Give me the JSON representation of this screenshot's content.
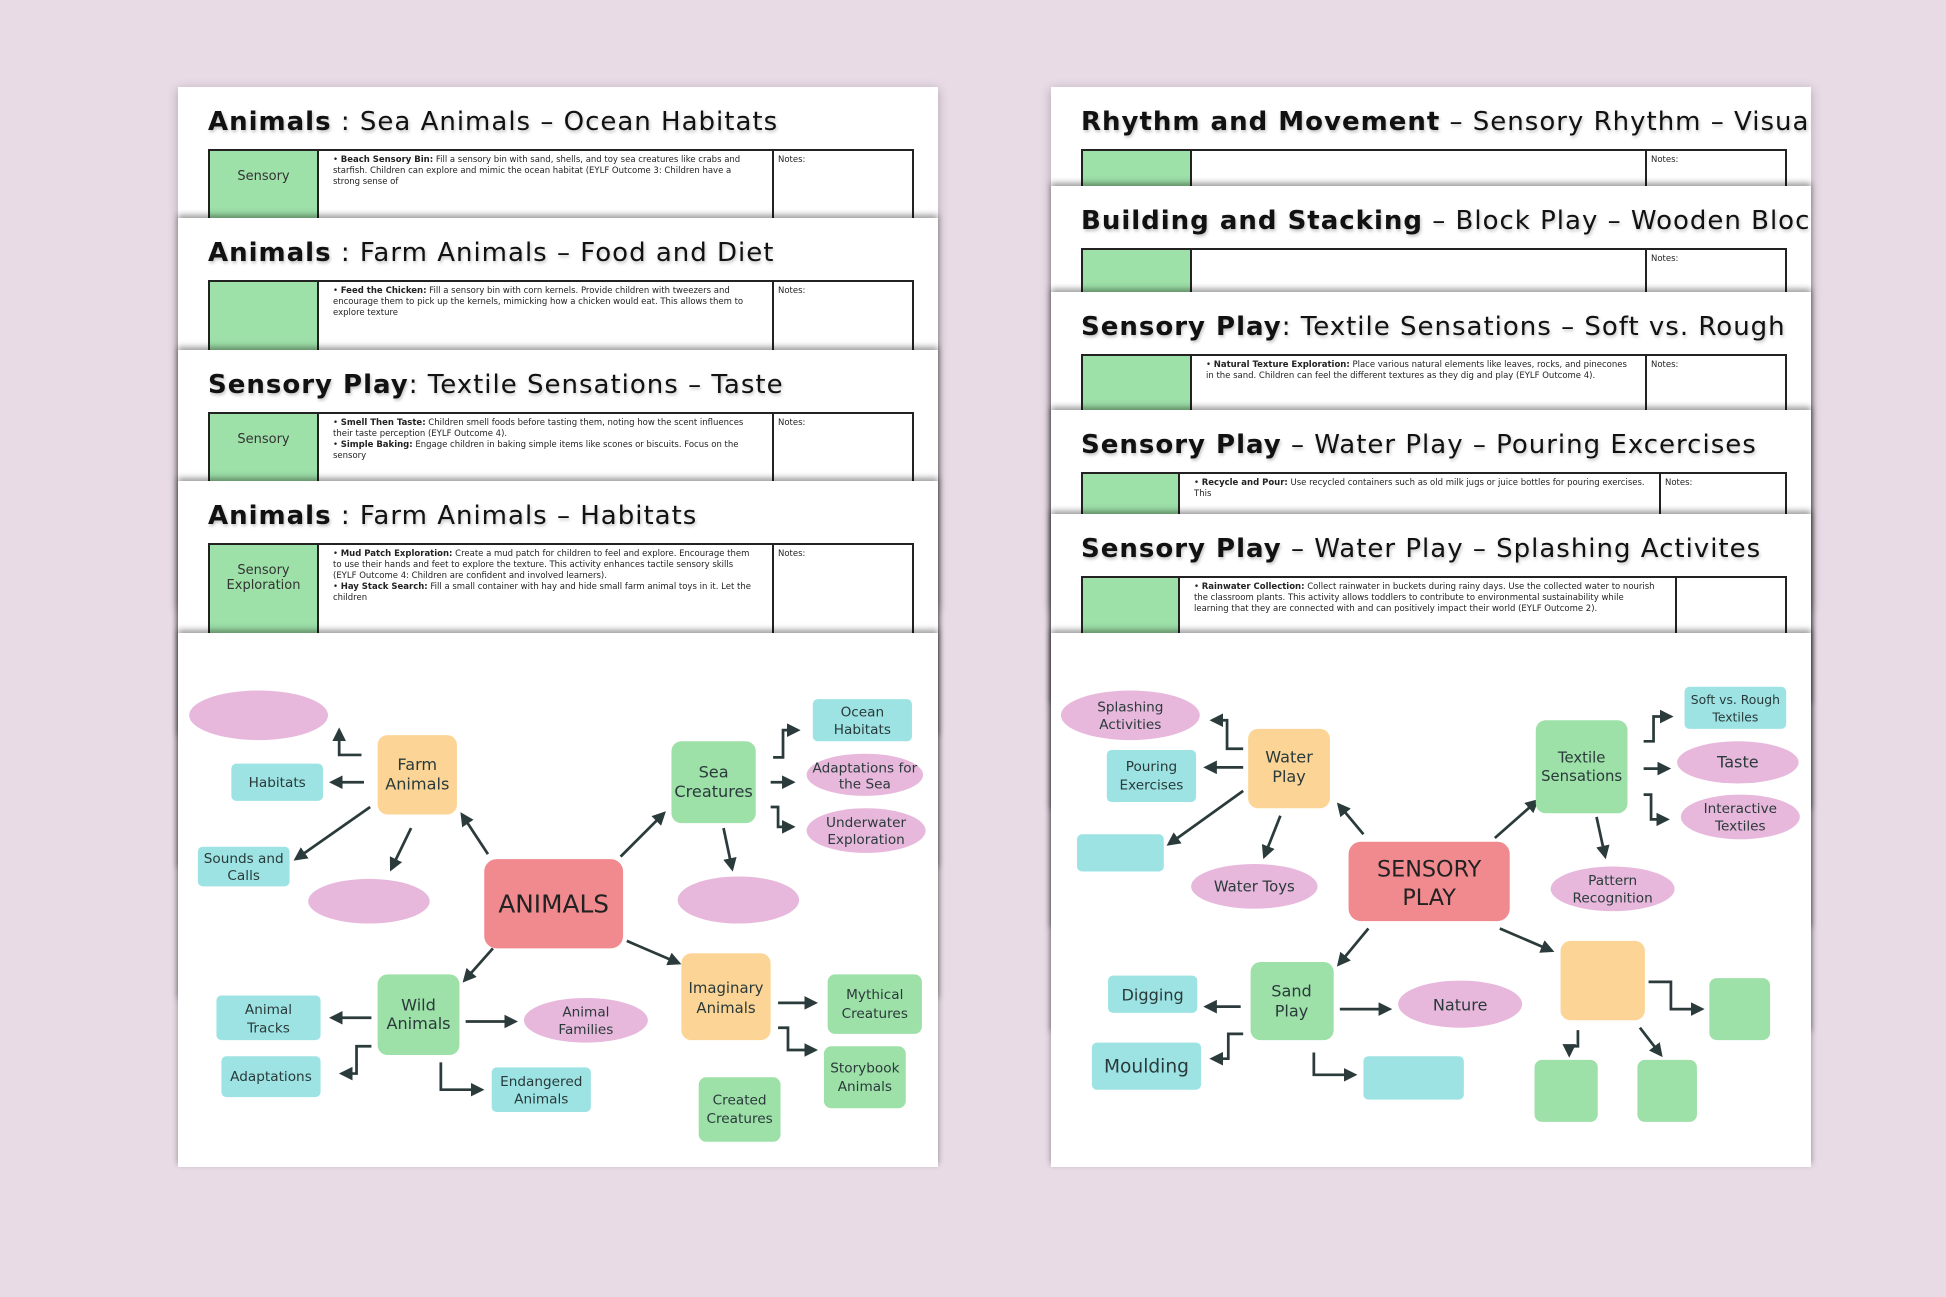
{
  "colors": {
    "background": "#e8dbe6",
    "pink": "#e8b8dc",
    "orange": "#fcd596",
    "cyan": "#9de3e3",
    "green": "#9de0a8",
    "red": "#f08a8f"
  },
  "left_cards": [
    {
      "title_bold": "Animals",
      "title_rest": " :  Sea Animals – Ocean Habitats",
      "category": "Sensory",
      "activities": [
        {
          "name": "Beach Sensory Bin:",
          "text": " Fill a sensory bin with sand, shells, and toy sea creatures like crabs and starfish. Children can explore and mimic the ocean habitat (EYLF Outcome 3: Children have a strong sense of"
        }
      ],
      "notes": "Notes:"
    },
    {
      "title_bold": "Animals",
      "title_rest": " :  Farm Animals – Food and Diet",
      "category": "",
      "activities": [
        {
          "name": "Feed the Chicken:",
          "text": " Fill a sensory bin with corn kernels. Provide children with tweezers and encourage them to pick up the kernels, mimicking how a chicken would eat. This allows them to explore texture"
        }
      ],
      "notes": "Notes:"
    },
    {
      "title_bold": "Sensory Play",
      "title_rest": ":  Textile Sensations – Taste",
      "category": "Sensory",
      "activities": [
        {
          "name": "Smell Then Taste:",
          "text": " Children smell foods before tasting them, noting how the scent influences their taste perception (EYLF Outcome 4)."
        },
        {
          "name": "Simple Baking:",
          "text": " Engage children in baking simple items like scones or biscuits. Focus on the sensory"
        }
      ],
      "notes": "Notes:"
    },
    {
      "title_bold": "Animals",
      "title_rest": " :  Farm Animals – Habitats",
      "category": "Sensory Exploration",
      "activities": [
        {
          "name": "Mud Patch Exploration:",
          "text": " Create a mud patch for children to feel and explore. Encourage them to use their hands and feet to explore the texture. This activity enhances tactile sensory skills (EYLF Outcome 4: Children are confident and involved learners)."
        },
        {
          "name": "Hay Stack Search:",
          "text": " Fill a small container with hay and hide small farm animal toys in it. Let the children"
        }
      ],
      "notes": "Notes:"
    }
  ],
  "right_cards": [
    {
      "title_bold": "Rhythm and Movement",
      "title_rest": " – Sensory Rhythm – Visual",
      "notes": "Notes:"
    },
    {
      "title_bold": "Building and Stacking",
      "title_rest": " – Block Play – Wooden Blocks",
      "notes": "Notes:"
    },
    {
      "title_bold": "Sensory Play",
      "title_rest": ":  Textile Sensations – Soft vs. Rough",
      "activities": [
        {
          "name": "Natural Texture Exploration:",
          "text": " Place various natural elements like leaves, rocks, and pinecones in the sand. Children can feel the different textures as they dig and play (EYLF Outcome 4)."
        }
      ],
      "notes": "Notes:"
    },
    {
      "title_bold": "Sensory Play",
      "title_rest": " – Water Play – Pouring Excercises",
      "activities": [
        {
          "name": "Recycle and Pour:",
          "text": " Use recycled containers such as old milk jugs or juice bottles for pouring exercises. This"
        }
      ],
      "notes": "Notes:"
    },
    {
      "title_bold": "Sensory Play",
      "title_rest": " – Water Play – Splashing Activites",
      "activities": [
        {
          "name": "Rainwater Collection:",
          "text": " Collect rainwater in buckets during rainy days. Use the collected water to nourish the classroom plants. This activity allows toddlers to contribute to environmental sustainability while learning that they are connected with and can positively impact their world (EYLF Outcome 2)."
        }
      ],
      "notes": ""
    }
  ],
  "left_map": {
    "center": "ANIMALS",
    "farm": [
      "Farm",
      "Animals"
    ],
    "habitats": [
      "Habitats"
    ],
    "sounds": [
      "Sounds and",
      "Calls"
    ],
    "sea": [
      "Sea",
      "Creatures"
    ],
    "ocean": [
      "Ocean",
      "Habitats"
    ],
    "adapt_sea": [
      "Adaptations for",
      "the Sea"
    ],
    "underwater": [
      "Underwater",
      "Exploration"
    ],
    "wild": [
      "Wild",
      "Animals"
    ],
    "tracks": [
      "Animal",
      "Tracks"
    ],
    "adaptations": [
      "Adaptations"
    ],
    "families": [
      "Animal",
      "Families"
    ],
    "endangered": [
      "Endangered",
      "Animals"
    ],
    "imaginary": [
      "Imaginary",
      "Animals"
    ],
    "mythical": [
      "Mythical",
      "Creatures"
    ],
    "storybook": [
      "Storybook",
      "Animals"
    ],
    "created": [
      "Created",
      "Creatures"
    ]
  },
  "right_map": {
    "center": [
      "SENSORY",
      "PLAY"
    ],
    "water": [
      "Water",
      "Play"
    ],
    "splashing": [
      "Splashing",
      "Activities"
    ],
    "pouring": [
      "Pouring",
      "Exercises"
    ],
    "toys": [
      "Water Toys"
    ],
    "textile": [
      "Textile",
      "Sensations"
    ],
    "softrough": [
      "Soft vs. Rough",
      "Textiles"
    ],
    "taste": [
      "Taste"
    ],
    "interactive": [
      "Interactive",
      "Textiles"
    ],
    "pattern": [
      "Pattern",
      "Recognition"
    ],
    "sand": [
      "Sand",
      "Play"
    ],
    "digging": [
      "Digging"
    ],
    "moulding": [
      "Moulding"
    ],
    "nature": [
      "Nature"
    ]
  }
}
